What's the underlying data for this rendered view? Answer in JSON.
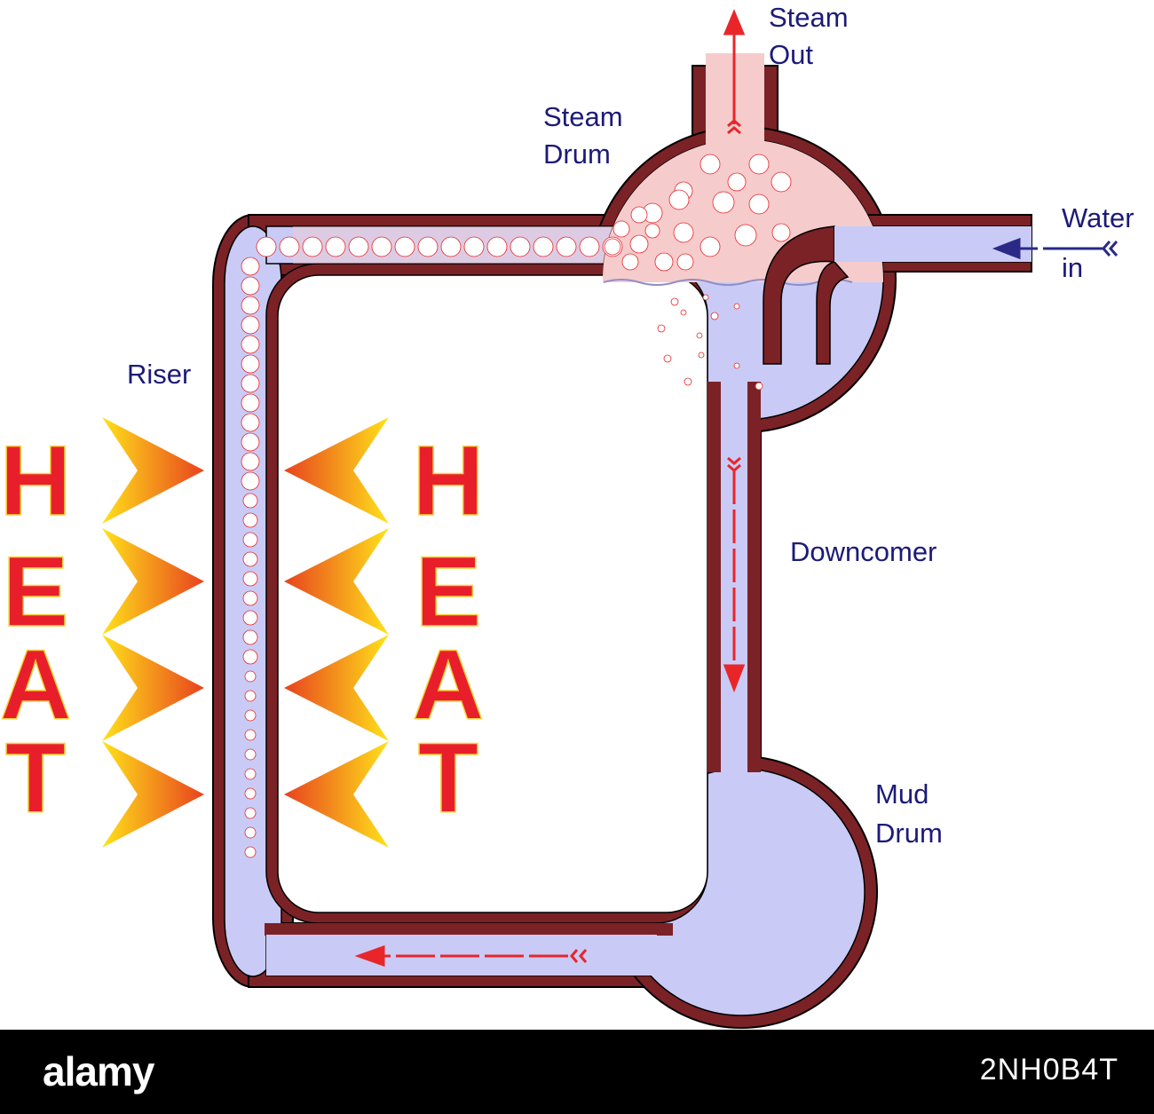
{
  "labels": {
    "steam_out_1": "Steam",
    "steam_out_2": "Out",
    "steam_drum_1": "Steam",
    "steam_drum_2": "Drum",
    "water_in_1": "Water",
    "water_in_2": "in",
    "riser": "Riser",
    "downcomer": "Downcomer",
    "mud_drum_1": "Mud",
    "mud_drum_2": "Drum"
  },
  "heat": {
    "letters": [
      "H",
      "E",
      "A",
      "T"
    ]
  },
  "colors": {
    "pipe_wall": "#7b2226",
    "water": "#c9cbf6",
    "steam": "#f6cbcc",
    "label_text": "#1c1a78",
    "flow_arrow": "#e8262a",
    "water_in_arrow": "#2a2a86",
    "heat_text": "#e81f2b",
    "heat_stroke": "#f5d23a",
    "flame_start": "#ffe21a",
    "flame_end": "#e8421e"
  },
  "footer": {
    "logo": "alamy",
    "image_id": "2NH0B4T"
  }
}
